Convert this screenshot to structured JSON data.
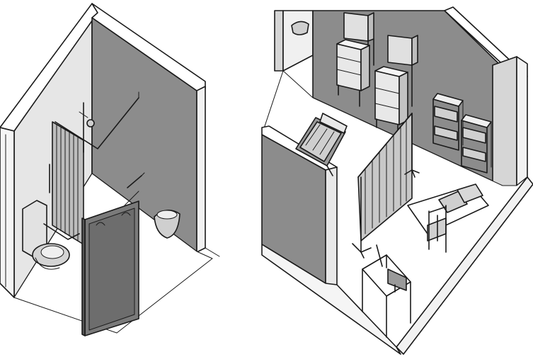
{
  "figure": {
    "panels": [
      {
        "id": "left",
        "subject": "shower-and-toilet-room"
      },
      {
        "id": "right",
        "subject": "patient-room-with-equipment"
      }
    ],
    "colors": {
      "wall_dark": "#8c8c8c",
      "wall_light": "#d6d6d6",
      "floor": "#ffffff",
      "door": "#7a7a7a",
      "outline": "#1a1a1a",
      "fixture": "#bdbdbd"
    }
  }
}
